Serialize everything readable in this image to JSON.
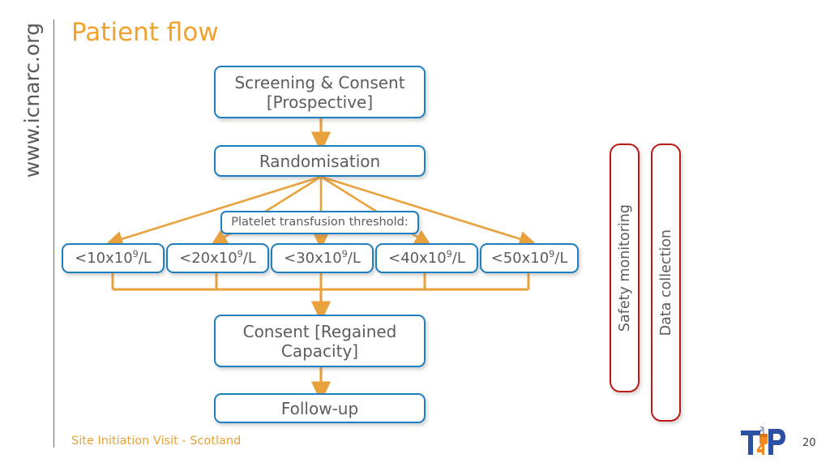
{
  "slide": {
    "title": "Patient flow",
    "sidebar_url": "www.icnarc.org",
    "footer": "Site Initiation Visit - Scotland",
    "page_number": "20",
    "logo_name": "t2p4-trial-logo"
  },
  "colors": {
    "title_orange": "#F0A22B",
    "box_blue": "#1F7EC0",
    "box_text_gray": "#5c5c5c",
    "arrow_orange": "#E9A13C",
    "red_border": "#BE1A15",
    "footer_orange": "#E8A13A"
  },
  "flow": {
    "screening": {
      "line1": "Screening & Consent",
      "line2": "[Prospective]"
    },
    "randomisation": {
      "label": "Randomisation"
    },
    "threshold_label": {
      "label": "Platelet transfusion threshold:"
    },
    "thresholds": [
      {
        "prefix": "<10x10",
        "sup": "9",
        "suffix": "/L"
      },
      {
        "prefix": "<20x10",
        "sup": "9",
        "suffix": "/L"
      },
      {
        "prefix": "<30x10",
        "sup": "9",
        "suffix": "/L"
      },
      {
        "prefix": "<40x10",
        "sup": "9",
        "suffix": "/L"
      },
      {
        "prefix": "<50x10",
        "sup": "9",
        "suffix": "/L"
      }
    ],
    "consent": {
      "line1": "Consent [Regained",
      "line2": "Capacity]"
    },
    "followup": {
      "label": "Follow-up"
    }
  },
  "side_bars": [
    {
      "label": "Safety monitoring"
    },
    {
      "label": "Data collection"
    }
  ]
}
